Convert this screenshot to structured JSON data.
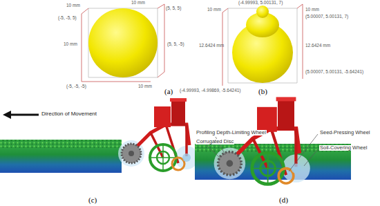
{
  "diagram": {
    "labels": [
      "10 mm",
      "(-5, -5, 5)",
      "10 mm",
      "(5, 5, 5)",
      "10 mm",
      "(5, 5, -5)",
      "(-5, -5, -5)",
      "10 mm",
      "(-4.99993, 5.00131, 7)",
      "10 mm",
      "10 mm",
      "(5.00007, 5.00131, 7)",
      "12.6424 mm",
      "12.6424 mm",
      "(5.00007, 5.00131, -5.64241)",
      "(-4.99993, -4.99869, -5.64241)",
      "(a)",
      "(b)",
      "Direction of Movement",
      "Profiling Depth-Limiting Wheel",
      "Corrugated Disc",
      "Seed-Pressing Wheel",
      "Soil-Covering Wheel",
      "(c)",
      "(d)"
    ]
  }
}
